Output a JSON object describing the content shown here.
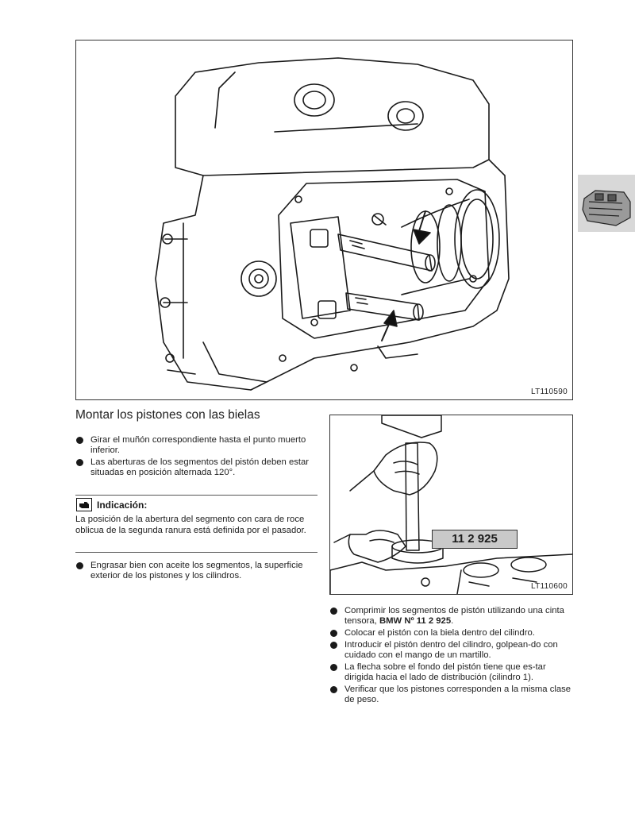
{
  "figures": {
    "top": {
      "code": "LT110590"
    },
    "bottom": {
      "code": "LT110600",
      "tool_label": "11 2 925"
    }
  },
  "section": {
    "title": "Montar los pistones con las bielas",
    "bullets_a": [
      "Girar el muñón correspondiente hasta el punto muerto inferior.",
      "Las aberturas de los segmentos del pistón deben estar situadas en posición alternada 120°."
    ],
    "note": {
      "title": "Indicación:",
      "text": "La posición de la abertura del segmento con cara de roce oblicua de la segunda ranura está definida por el pasador."
    },
    "bullets_b": [
      "Engrasar bien con aceite los segmentos, la superficie exterior de los pistones y los cilindros."
    ]
  },
  "right_column": {
    "bullet1_prefix": "Comprimir los segmentos de pistón utilizando una cinta tensora, ",
    "bullet1_bold": "BMW Nº 11 2 925",
    "bullet1_suffix": ".",
    "bullets": [
      "Colocar el pistón con la biela dentro del cilindro.",
      "Introducir el pistón dentro del cilindro, golpean-do con cuidado con el mango de un martillo.",
      "La flecha sobre el fondo del pistón tiene que es-tar dirigida hacia el lado de distribución (cilindro 1).",
      "Verificar que los pistones corresponden a la misma clase de peso."
    ]
  }
}
